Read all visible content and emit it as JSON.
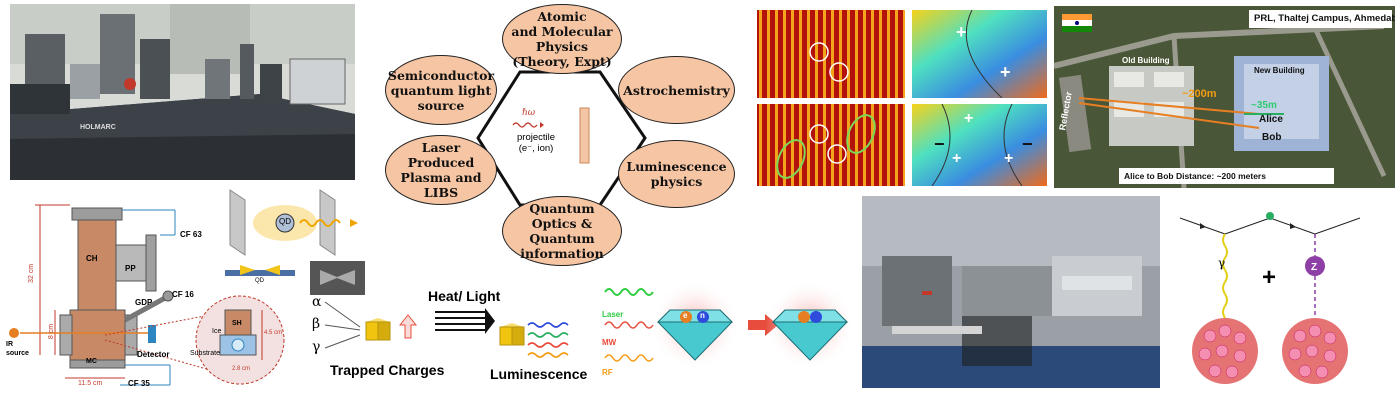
{
  "lab_photo": {
    "brand": "HOLMARC"
  },
  "schematic": {
    "ch": "CH",
    "pp": "PP",
    "cf63": "CF 63",
    "cf16": "CF 16",
    "gdp": "GDP",
    "cf35": "CF 35",
    "mc": "MC",
    "ir_source": "IR\nsource",
    "detector": "Detector",
    "dim_32": "32 cm",
    "dim_8": "8 cm",
    "dim_11_5": "11.5 cm",
    "sh": "SH",
    "ice": "Ice",
    "substrate": "Substrate",
    "dim_4_5": "4.5 cm",
    "dim_2_8": "2.8 cm"
  },
  "quantum_dot": {
    "qd": "QD",
    "qd_small": "QD"
  },
  "research_areas": {
    "top": "Atomic\nand Molecular\nPhysics\n(Theory, Expt)",
    "right_top": "Astrochemistry",
    "right_bottom": "Luminescence\nphysics",
    "bottom": "Quantum\nOptics &\nQuantum\ninformation",
    "left_bottom": "Laser\nProduced\nPlasma and\nLIBS",
    "left_top": "Semiconductor\nquantum light\nsource",
    "center_hv": "ℏω",
    "center_projectile": "projectile\n(e⁻, ion)"
  },
  "luminescence": {
    "alpha": "α",
    "beta": "β",
    "gamma": "γ",
    "heat_light": "Heat/ Light",
    "trapped": "Trapped Charges",
    "luminescence": "Luminescence"
  },
  "nv_center": {
    "laser": "Laser",
    "mw": "MW",
    "rf": "RF",
    "e": "e",
    "n": "n"
  },
  "vortex": {
    "plus": "+",
    "minus": "−"
  },
  "map": {
    "campus": "PRL, Thaltej Campus, Ahmedabad",
    "old_building": "Old Building",
    "new_building": "New Building",
    "reflector": "Reflector",
    "d200": "~200m",
    "d35": "~35m",
    "alice": "Alice",
    "bob": "Bob",
    "caption": "Alice to Bob Distance: ~200 meters"
  },
  "feynman": {
    "gamma": "γ",
    "z": "Z",
    "plus": "+"
  }
}
